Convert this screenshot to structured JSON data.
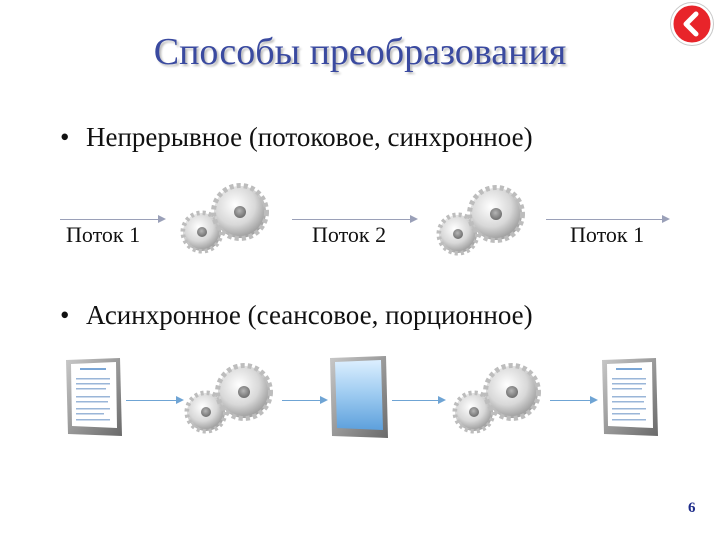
{
  "slide": {
    "title": "Способы преобразования",
    "bullets": [
      "Непрерывное (потоковое, синхронное)",
      "Асинхронное (сеансовое, порционное)"
    ],
    "sync_flow": {
      "labels": [
        "Поток 1",
        "Поток 2",
        "Поток 1"
      ]
    },
    "page_number": "6"
  },
  "colors": {
    "title": "#3a4aa0",
    "back_button": "#e8242a",
    "arrow_gray": "#9aa0b8",
    "arrow_blue": "#6fa4d4",
    "page_number": "#1e2c8a"
  },
  "icons": [
    "back-arrow-icon",
    "gears-icon",
    "document-icon",
    "monitor-icon"
  ]
}
